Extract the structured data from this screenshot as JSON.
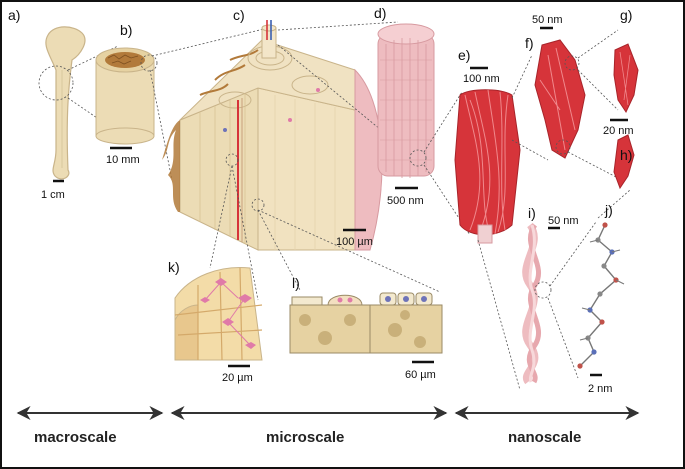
{
  "panels": {
    "a": "a)",
    "b": "b)",
    "c": "c)",
    "d": "d)",
    "e": "e)",
    "f": "f)",
    "g": "g)",
    "h": "h)",
    "i": "i)",
    "j": "j)",
    "k": "k)",
    "l": "l)"
  },
  "scalebars": {
    "a": "1 cm",
    "b": "10 mm",
    "c": "100 µm",
    "d": "500 nm",
    "e": "100 nm",
    "f": "50 nm",
    "g": "20 nm",
    "i": "50 nm",
    "j": "2 nm",
    "k": "20 µm",
    "l": "60 µm"
  },
  "scales": {
    "macro": "macroscale",
    "micro": "microscale",
    "nano": "nanoscale"
  },
  "colors": {
    "bone": "#ecdcb5",
    "bone_dark": "#c9b48a",
    "cortical_brown": "#b27a3a",
    "collagen_pink": "#eebcc0",
    "fibril_red": "#d6343a",
    "cell_pink": "#e07aa8",
    "cell_blue": "#6e73b8"
  }
}
